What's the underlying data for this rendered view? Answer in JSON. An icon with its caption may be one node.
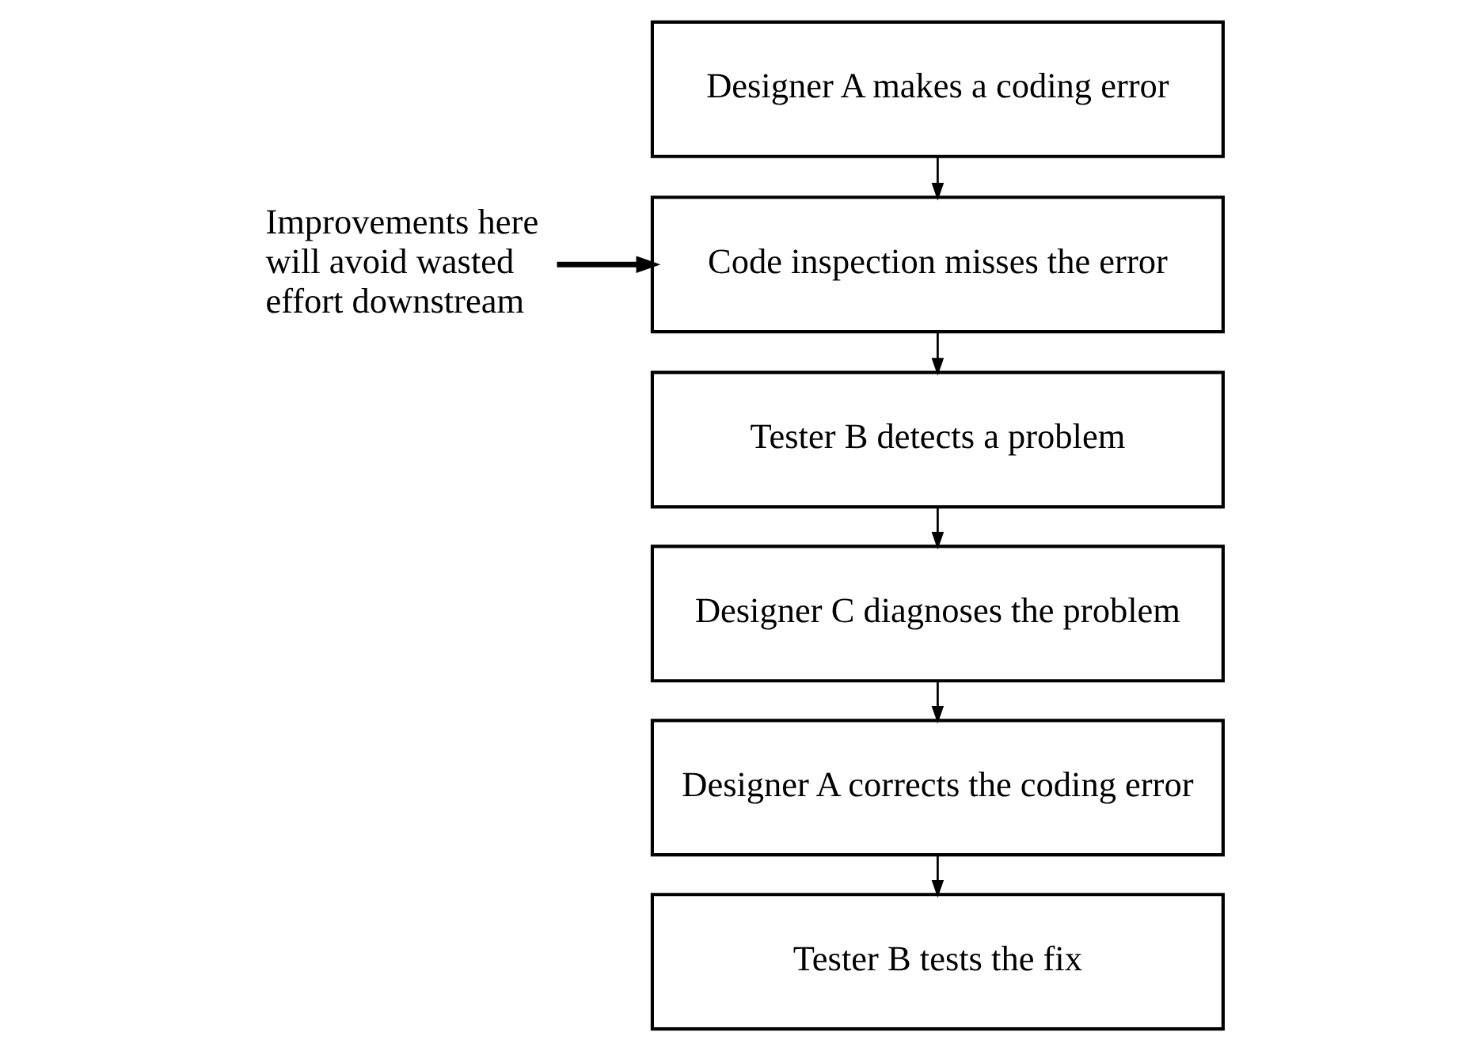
{
  "diagram": {
    "nodes": [
      {
        "text": [
          "Designer A makes a coding error"
        ]
      },
      {
        "text": [
          "Code inspection misses the error"
        ]
      },
      {
        "text": [
          "Tester B detects a problem"
        ]
      },
      {
        "text": [
          "Designer C diagnoses the problem"
        ]
      },
      {
        "text": [
          "Designer A corrects the coding error"
        ]
      },
      {
        "text": [
          "Tester B tests the fix"
        ]
      },
      {
        "text": [
          "Improvements here will avoid wasted effort downstream"
        ]
      }
    ],
    "edges": [
      {
        "from": 0,
        "to": 1,
        "arrow": "to"
      },
      {
        "from": 1,
        "to": 2,
        "arrow": "to"
      },
      {
        "from": 2,
        "to": 3,
        "arrow": "to"
      },
      {
        "from": 3,
        "to": 4,
        "arrow": "to"
      },
      {
        "from": 4,
        "to": 5,
        "arrow": "to"
      },
      {
        "from": 6,
        "to": 1,
        "arrow": "to",
        "style": "thick"
      }
    ]
  }
}
